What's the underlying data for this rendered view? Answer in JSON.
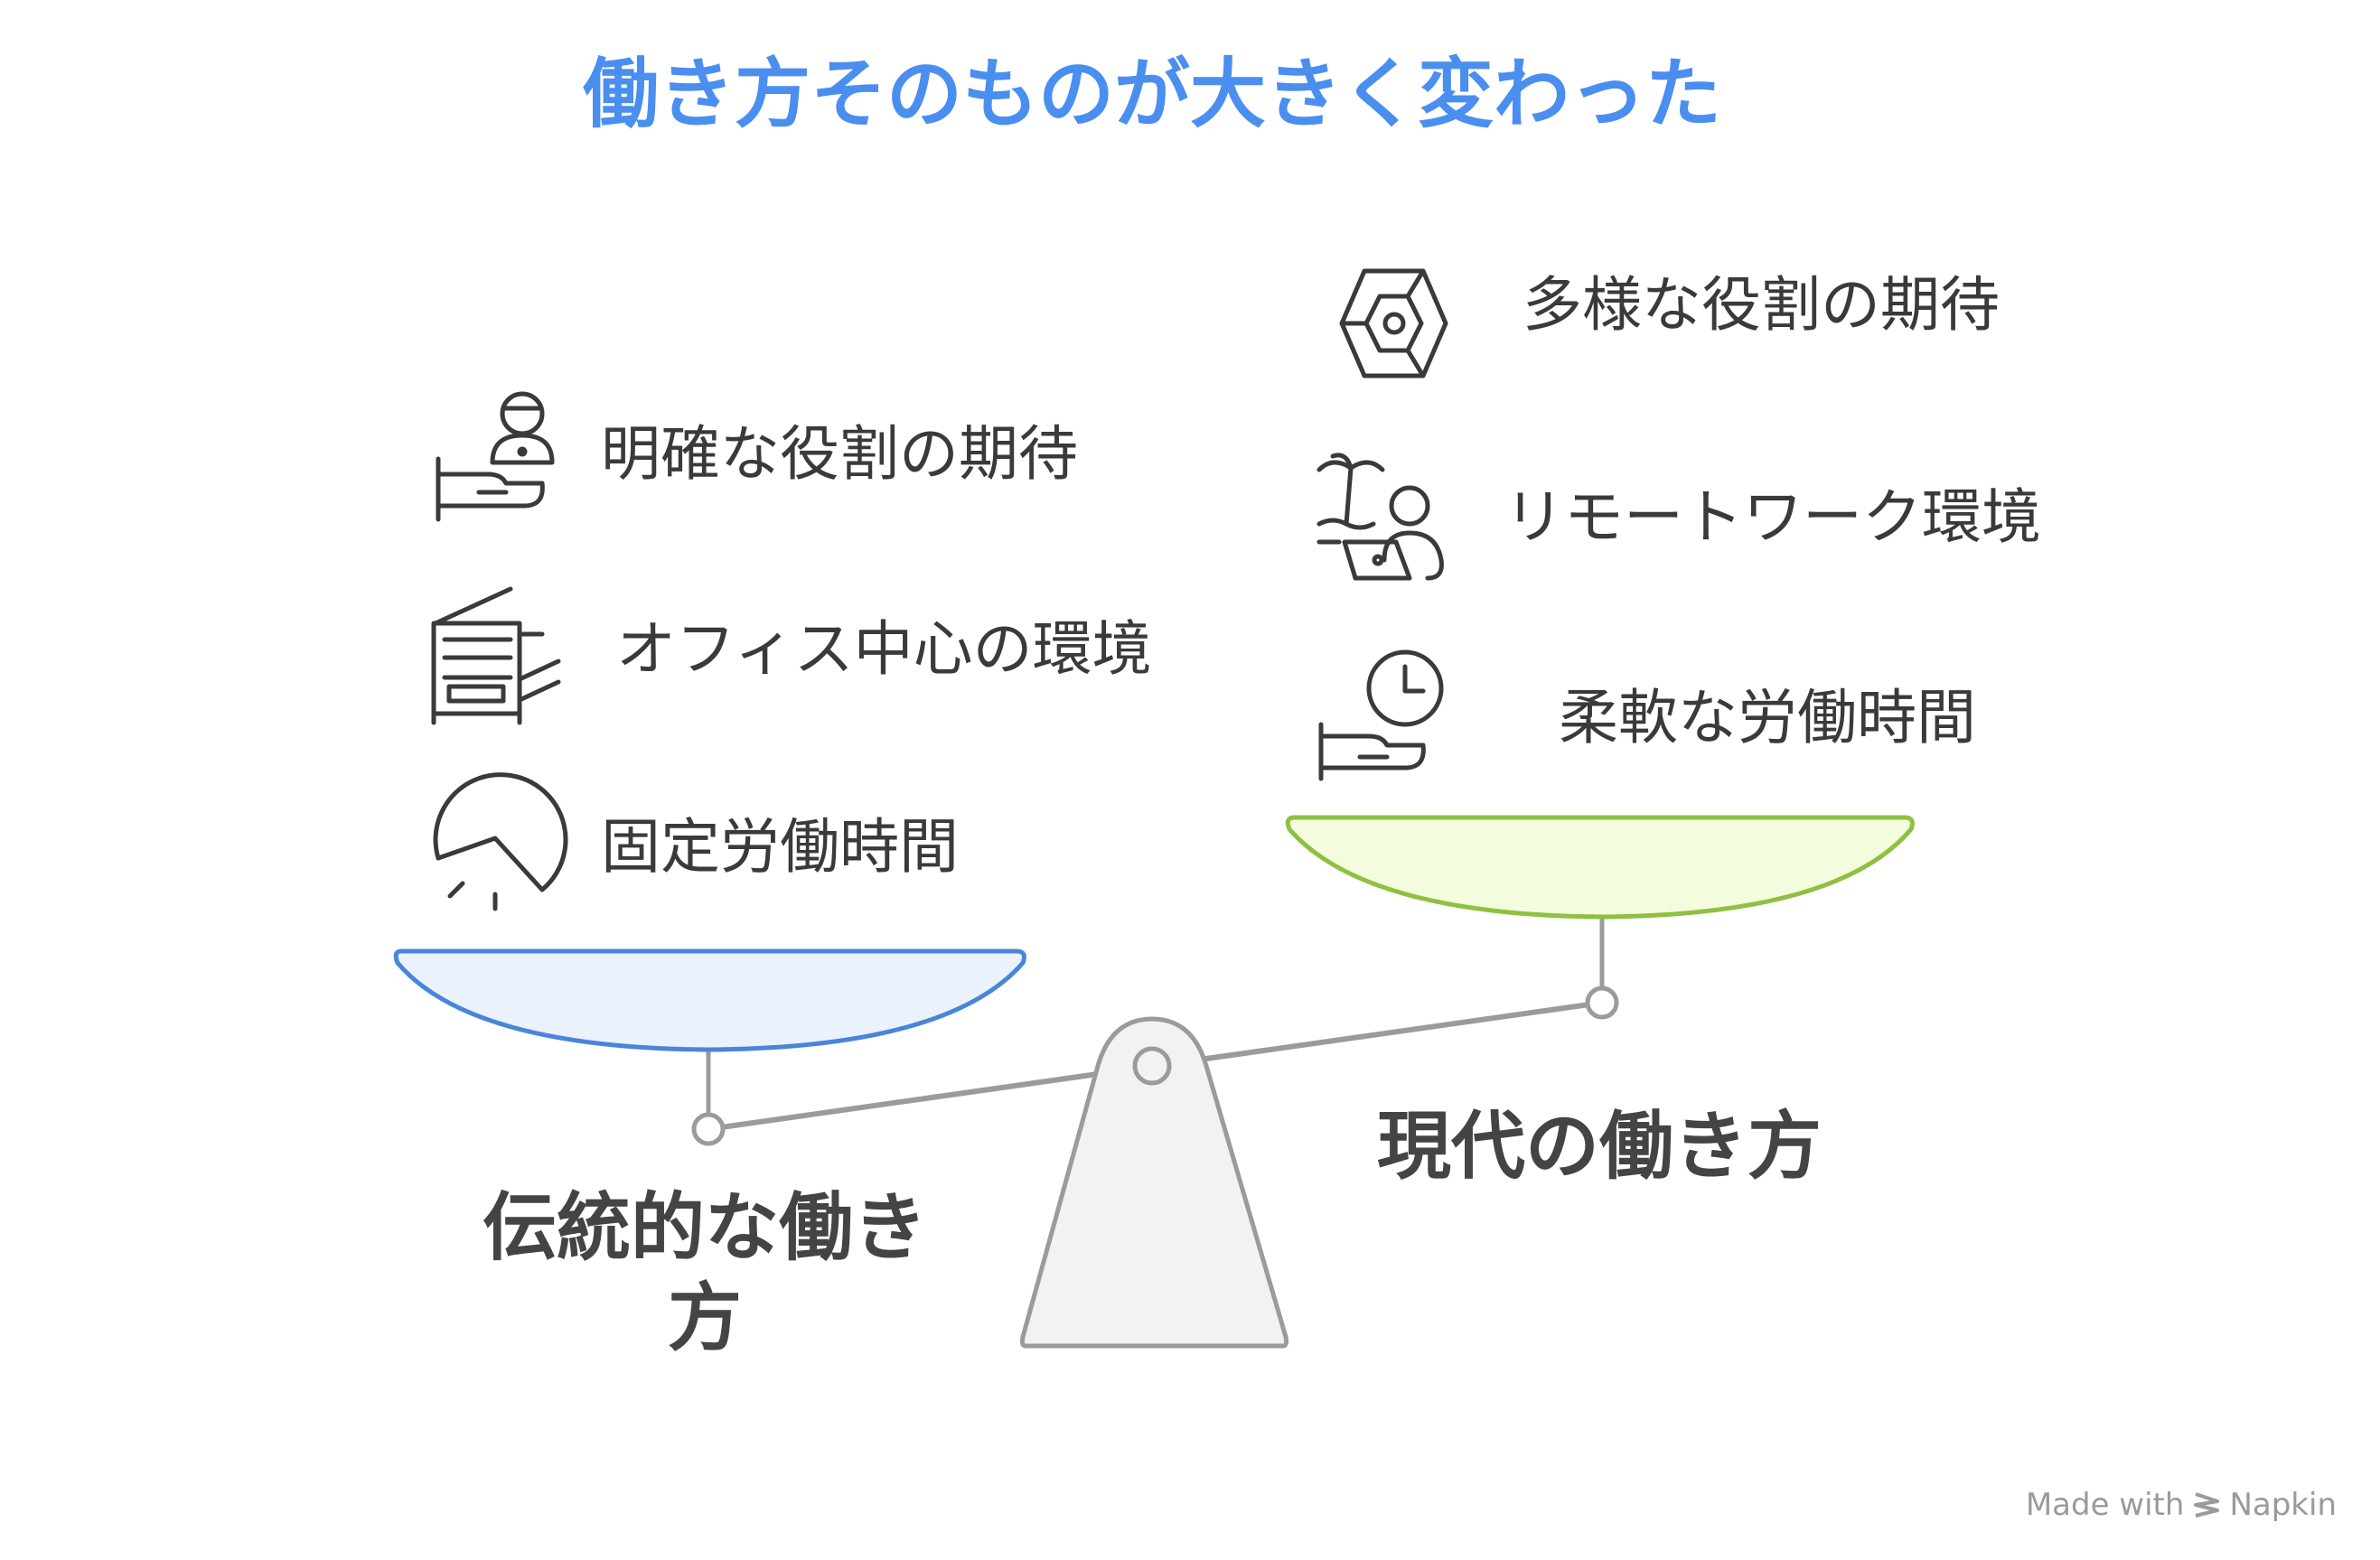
{
  "title": "働き方そのものが大きく変わった",
  "left": {
    "label": "伝統的な働き方",
    "items": [
      {
        "text": "明確な役割の期待",
        "icon": "person-at-desk-icon"
      },
      {
        "text": "オフィス中心の環境",
        "icon": "office-printer-icon"
      },
      {
        "text": "固定労働時間",
        "icon": "pie-clock-icon"
      }
    ]
  },
  "right": {
    "label": "現代の働き方",
    "items": [
      {
        "text": "多様な役割の期待",
        "icon": "hexagon-gear-icon"
      },
      {
        "text": "リモートワーク環境",
        "icon": "remote-work-palm-icon"
      },
      {
        "text": "柔軟な労働時間",
        "icon": "hand-with-clock-icon"
      }
    ]
  },
  "colors": {
    "title": "#4a8ef0",
    "left_pan_fill": "#eaf2fd",
    "left_pan_stroke": "#4a85d9",
    "right_pan_fill": "#f3fcdc",
    "right_pan_stroke": "#8fc042",
    "beam": "#9b9b9b",
    "base_fill": "#f2f2f2"
  },
  "footer": {
    "made_with": "Made with",
    "brand": "Napkin"
  }
}
